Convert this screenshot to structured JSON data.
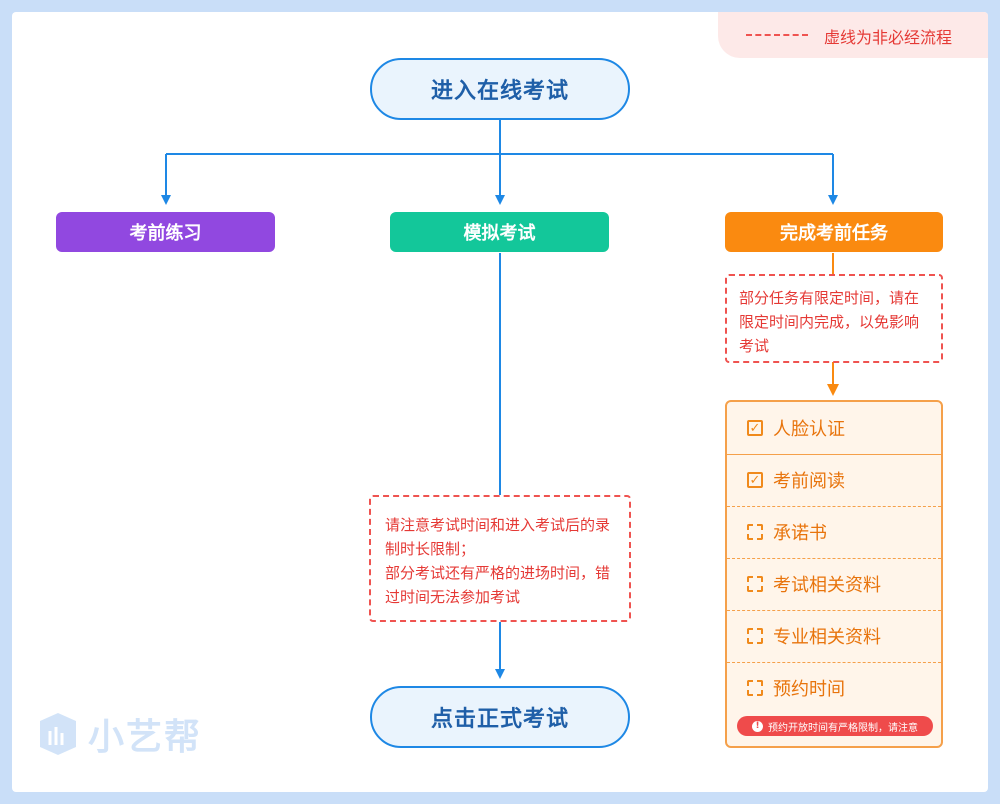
{
  "legend": {
    "label": "虚线为非必经流程"
  },
  "start": {
    "label": "进入在线考试"
  },
  "branches": {
    "practice": {
      "label": "考前练习"
    },
    "mock": {
      "label": "模拟考试"
    },
    "tasks": {
      "label": "完成考前任务"
    }
  },
  "notes": {
    "tasks_note": "部分任务有限定时间，请在限定时间内完成，以免影响考试",
    "mock_note_1": "请注意考试时间和进入考试后的录制时长限制；",
    "mock_note_2": "部分考试还有严格的进场时间，错过时间无法参加考试"
  },
  "checklist": {
    "items": [
      {
        "label": "人脸认证",
        "checked": true
      },
      {
        "label": "考前阅读",
        "checked": true
      },
      {
        "label": "承诺书",
        "checked": false
      },
      {
        "label": "考试相关资料",
        "checked": false
      },
      {
        "label": "专业相关资料",
        "checked": false
      },
      {
        "label": "预约时间",
        "checked": false
      }
    ],
    "warning": "预约开放时间有严格限制，请注意"
  },
  "end": {
    "label": "点击正式考试"
  },
  "brand": {
    "name": "小艺帮"
  },
  "colors": {
    "blue": "#1e88e5",
    "purple": "#9148e0",
    "green": "#13c79a",
    "orange": "#fa8a10",
    "red": "#ef5350"
  }
}
